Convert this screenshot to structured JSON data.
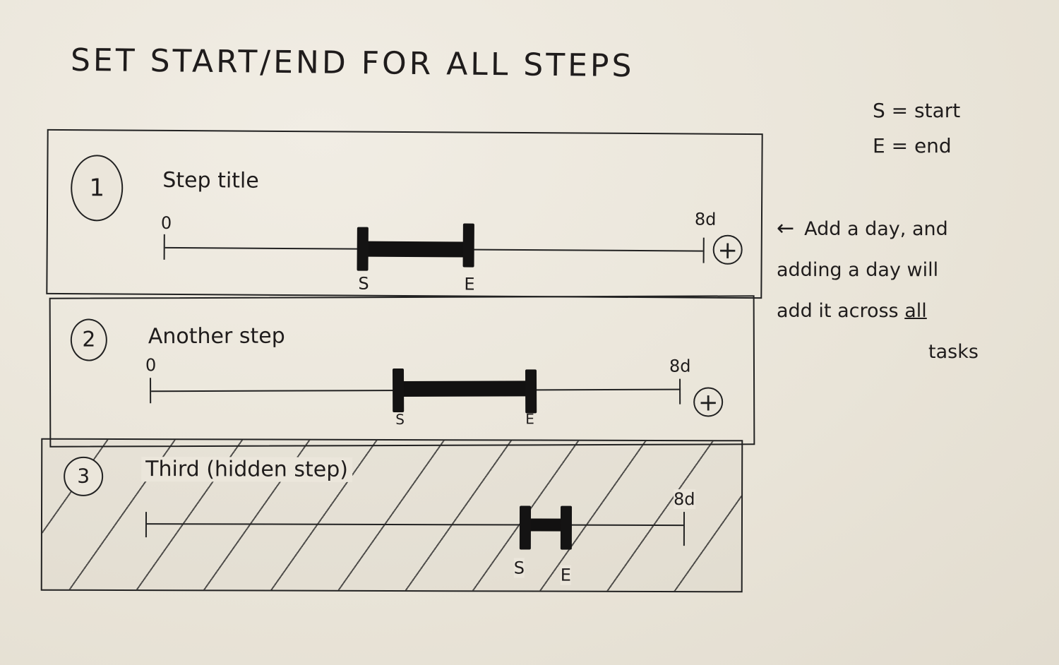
{
  "page": {
    "title": "SET START/END FOR ALL STEPS"
  },
  "legend": {
    "start": "S = start",
    "end": "E = end"
  },
  "annotation": {
    "arrow": "←",
    "line1": "Add a day, and",
    "line2": "adding a day will",
    "line3_pre": "add it across ",
    "line3_emph": "all",
    "line4": "tasks"
  },
  "steps": [
    {
      "number": "1",
      "title": "Step title",
      "range_start_label": "0",
      "range_end_label": "8d",
      "start_marker": "S",
      "end_marker": "E",
      "add_day_button": "+",
      "hidden": false
    },
    {
      "number": "2",
      "title": "Another step",
      "range_start_label": "0",
      "range_end_label": "8d",
      "start_marker": "S",
      "end_marker": "E",
      "add_day_button": "+",
      "hidden": false
    },
    {
      "number": "3",
      "title": "Third (hidden step)",
      "range_start_label": "",
      "range_end_label": "8d",
      "start_marker": "S",
      "end_marker": "E",
      "hidden": true
    }
  ]
}
